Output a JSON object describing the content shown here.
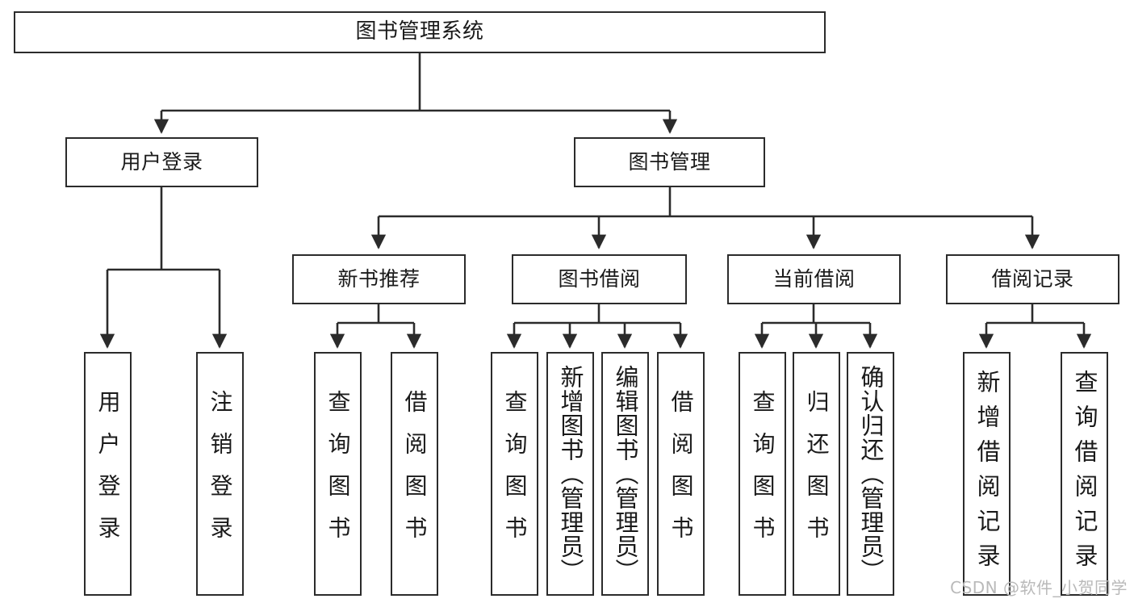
{
  "diagram": {
    "title": "图书管理系统",
    "background_color": "#ffffff",
    "line_color": "#2b2b2b",
    "text_color": "#1a1a1a",
    "watermark": "CSDN @软件_小贺同学"
  },
  "nodes": {
    "root": {
      "label": "图书管理系统"
    },
    "level1": [
      {
        "id": "user-login",
        "label": "用户登录"
      },
      {
        "id": "book-manage",
        "label": "图书管理"
      }
    ],
    "level2": [
      {
        "id": "new-book-recommend",
        "label": "新书推荐"
      },
      {
        "id": "book-borrow",
        "label": "图书借阅"
      },
      {
        "id": "current-borrow",
        "label": "当前借阅"
      },
      {
        "id": "borrow-record",
        "label": "借阅记录"
      }
    ],
    "leaves": {
      "user_login": [
        {
          "id": "leaf-user-login",
          "label": "用户登录"
        },
        {
          "id": "leaf-logout-login",
          "label": "注销登录"
        }
      ],
      "new_book_recommend": [
        {
          "id": "leaf-query-book-1",
          "label": "查询图书"
        },
        {
          "id": "leaf-borrow-book-1",
          "label": "借阅图书"
        }
      ],
      "book_borrow": [
        {
          "id": "leaf-query-book-2",
          "label": "查询图书"
        },
        {
          "id": "leaf-add-book",
          "label": "新增图书（管理员）"
        },
        {
          "id": "leaf-edit-book",
          "label": "编辑图书（管理员）"
        },
        {
          "id": "leaf-borrow-book-2",
          "label": "借阅图书"
        }
      ],
      "current_borrow": [
        {
          "id": "leaf-query-book-3",
          "label": "查询图书"
        },
        {
          "id": "leaf-return-book",
          "label": "归还图书"
        },
        {
          "id": "leaf-confirm-return",
          "label": "确认归还（管理员）"
        }
      ],
      "borrow_record": [
        {
          "id": "leaf-add-record",
          "label": "新增借阅记录"
        },
        {
          "id": "leaf-query-record",
          "label": "查询借阅记录"
        }
      ]
    }
  }
}
